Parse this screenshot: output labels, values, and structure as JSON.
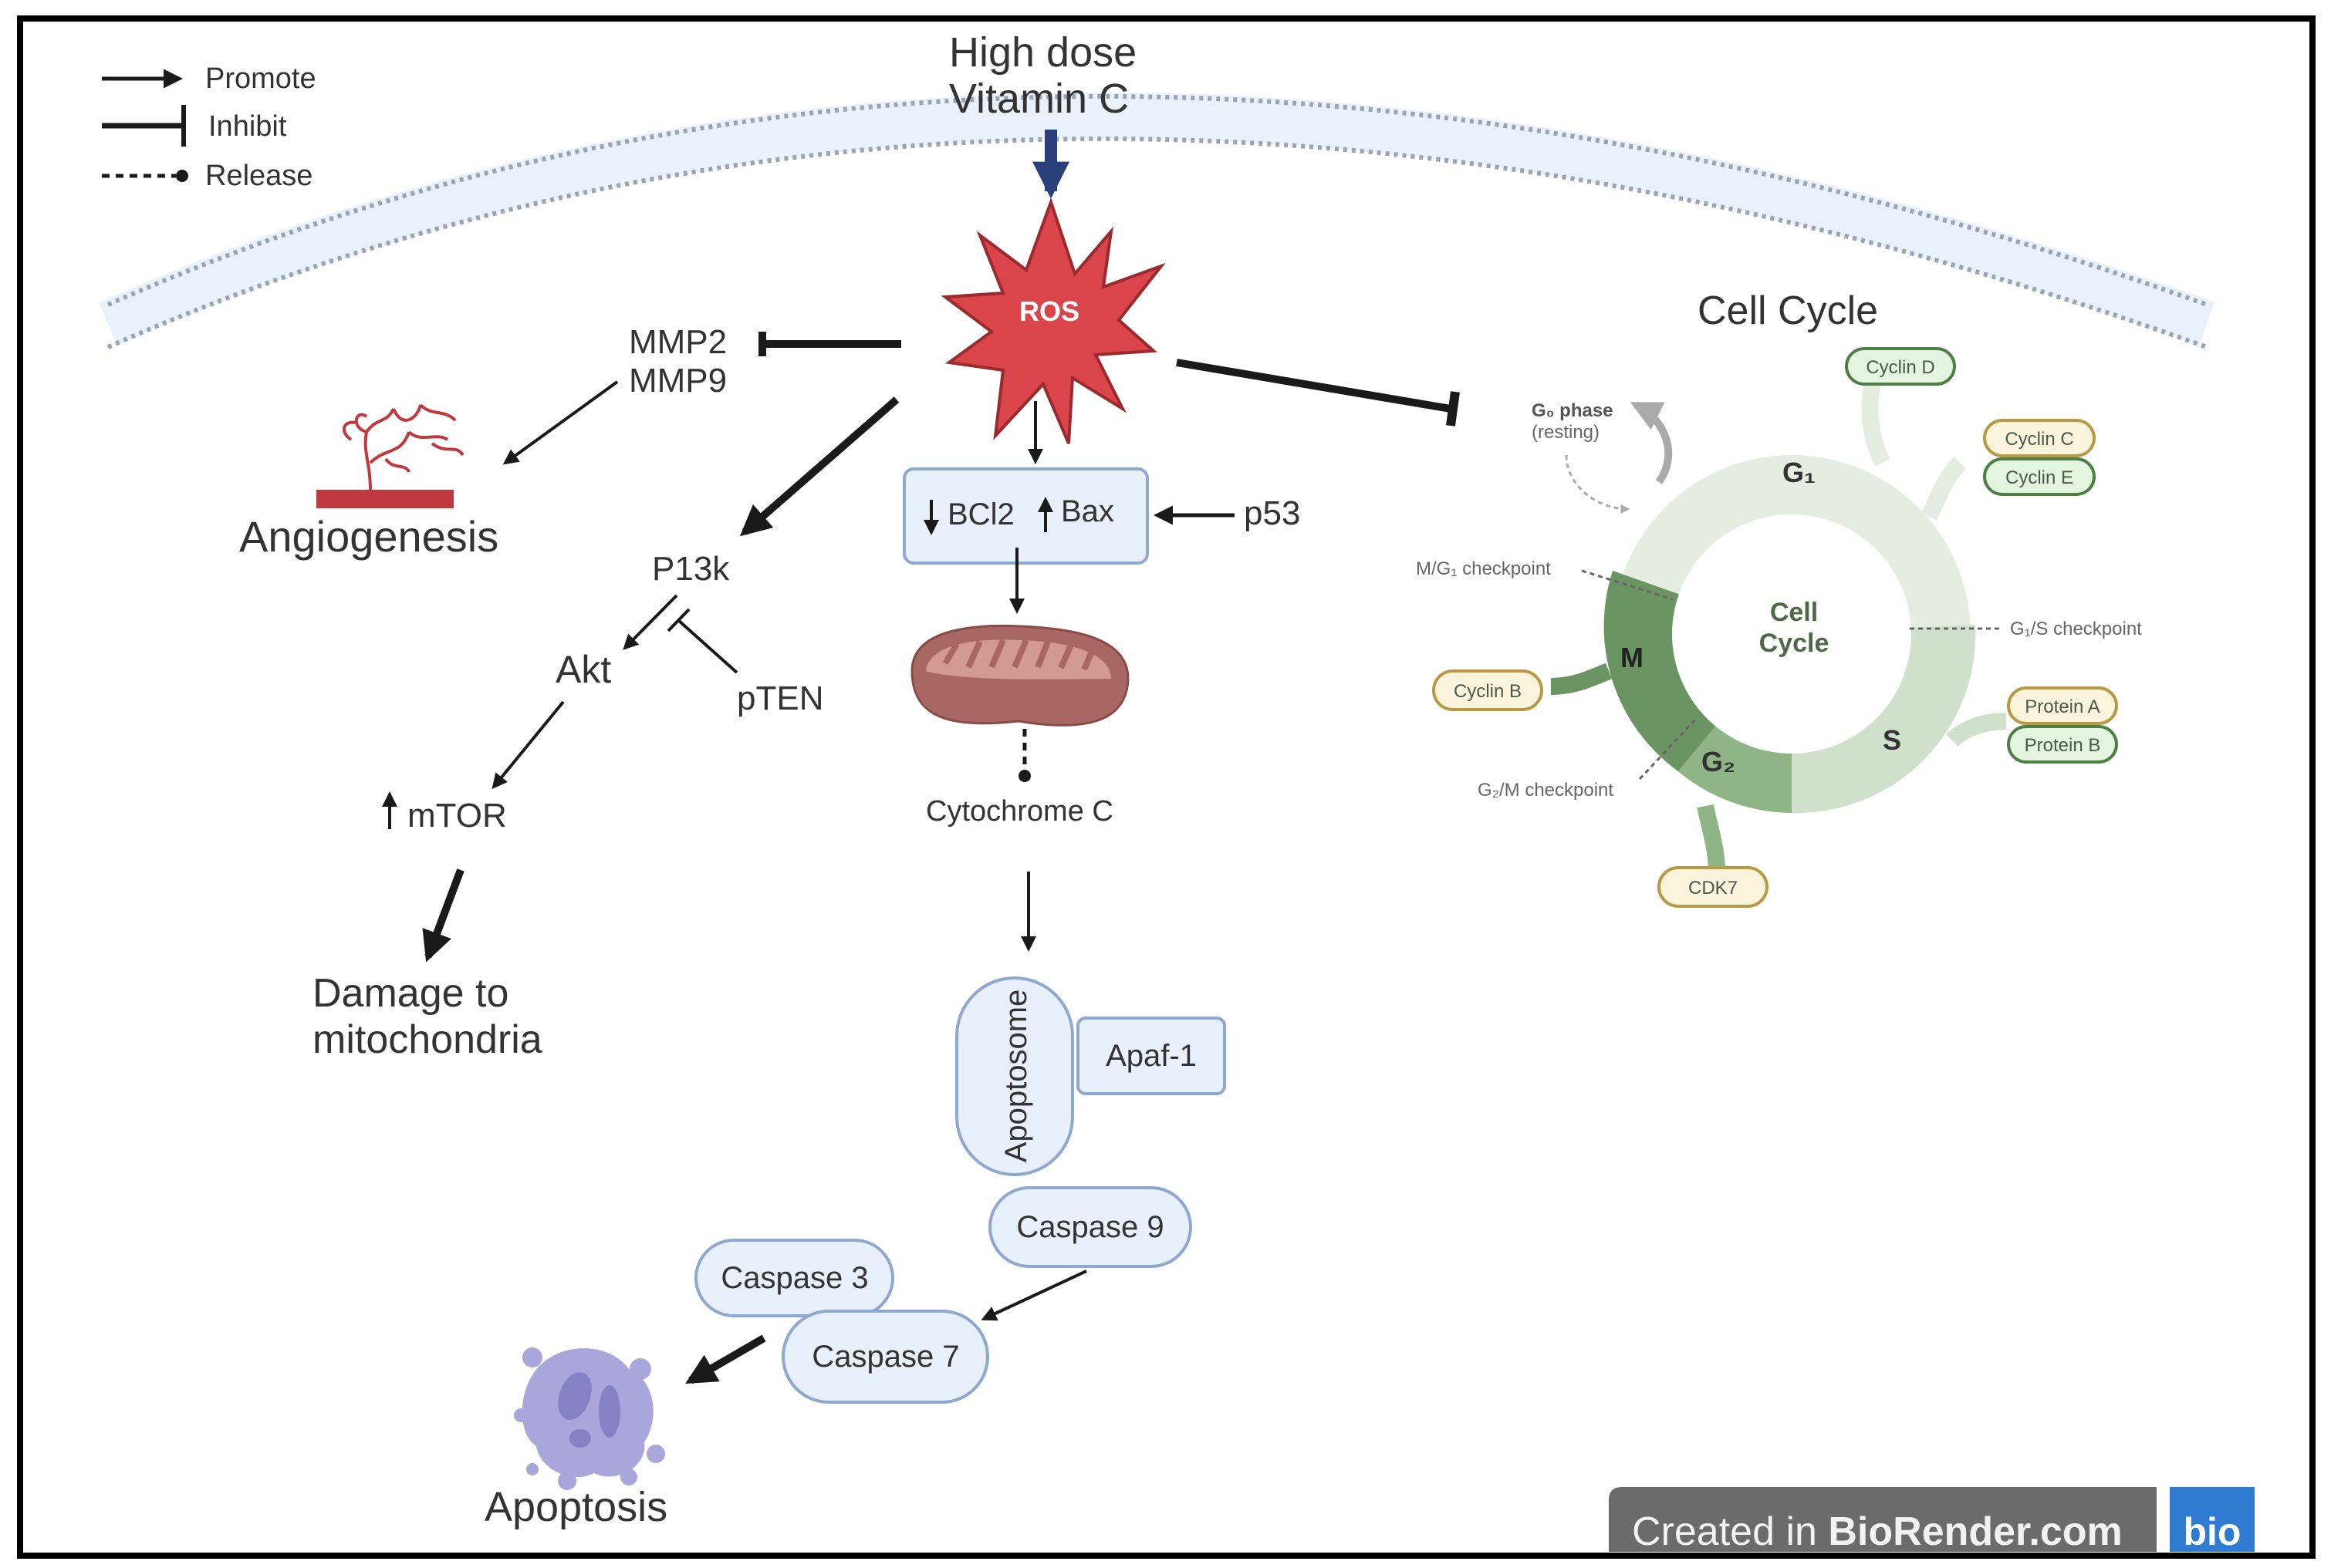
{
  "legend": {
    "items": [
      {
        "type": "promote",
        "label": "Promote"
      },
      {
        "type": "inhibit",
        "label": "Inhibit"
      },
      {
        "type": "release",
        "label": "Release"
      }
    ]
  },
  "stimulus": {
    "line1": "High dose",
    "line2": "Vitamin C"
  },
  "ros": {
    "label": "ROS",
    "color": "#d9454b"
  },
  "left_branch": {
    "mmp_line1": "MMP2",
    "mmp_line2": "MMP9",
    "angiogenesis": "Angiogenesis",
    "pi3k": "P13k",
    "akt": "Akt",
    "pten": "pTEN",
    "mtor": "mTOR",
    "damage_line1": "Damage to",
    "damage_line2": "mitochondria"
  },
  "center_branch": {
    "bcl2": "BCl2",
    "bax": "Bax",
    "p53": "p53",
    "cytochrome": "Cytochrome C",
    "apoptosome": "Apoptosome",
    "apaf1": "Apaf-1",
    "caspase9": "Caspase 9",
    "caspase3": "Caspase 3",
    "caspase7": "Caspase 7",
    "apoptosis": "Apoptosis"
  },
  "cell_cycle": {
    "title": "Cell Cycle",
    "center_line1": "Cell",
    "center_line2": "Cycle",
    "phases": {
      "g1": "G₁",
      "s": "S",
      "g2": "G₂",
      "m": "M"
    },
    "g0_line1": "G₀ phase",
    "g0_line2": "(resting)",
    "checkpoints": {
      "mg1": "M/G₁ checkpoint",
      "g1s": "G₁/S checkpoint",
      "g2m": "G₂/M checkpoint"
    },
    "markers": {
      "cyclin_d": "Cyclin D",
      "cyclin_c": "Cyclin C",
      "cyclin_e": "Cyclin E",
      "cyclin_b": "Cyclin B",
      "protein_a": "Protein A",
      "protein_b": "Protein B",
      "cdk7": "CDK7"
    },
    "colors": {
      "g1": "#e4ede0",
      "s": "#cfe0cb",
      "g2": "#8fb586",
      "m": "#6a9462",
      "green_pill_fill": "#e3f4df",
      "green_pill_stroke": "#4f7f47",
      "yellow_pill_fill": "#fbf4dc",
      "yellow_pill_stroke": "#b89a45"
    }
  },
  "watermark": {
    "prefix": "Created in ",
    "brand": "BioRender.com",
    "logo": "bio"
  }
}
